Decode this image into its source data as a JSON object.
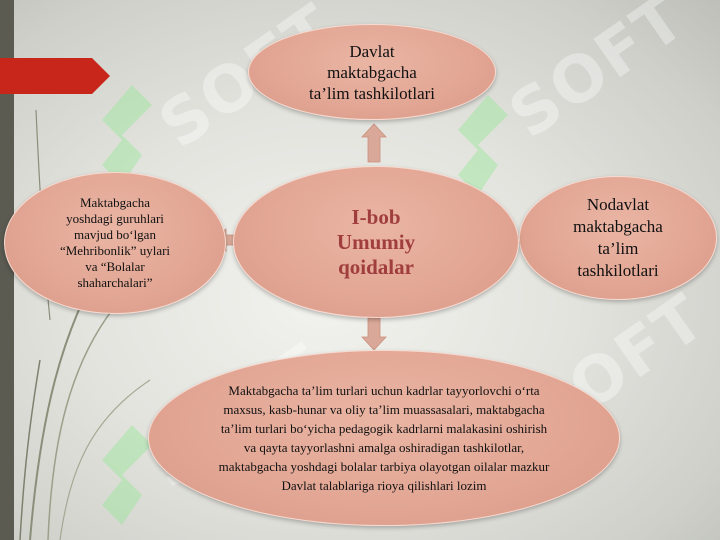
{
  "nodes": {
    "top": "Davlat\nmaktabgacha\nta’lim tashkilotlari",
    "center": "I-bob\nUmumiy\nqoidalar",
    "left": "Maktabgacha\nyoshdagi guruhlari\nmavjud bo‘lgan\n“Mehribonlik” uylari\nva “Bolalar\nshaharchalari”",
    "right": "Nodavlat\nmaktabgacha\nta’lim\ntashkilotlari",
    "bottom": "Maktabgacha ta’lim turlari uchun kadrlar tayyorlovchi o‘rta maxsus, kasb-hunar va oliy ta’lim muassasalari, maktabgacha ta’lim turlari bo‘yicha pedagogik kadrlarni malakasini oshirish va qayta tayyorlashni amalga oshiradigan tashkilotlar, maktabgacha yoshdagi bolalar tarbiya olayotgan oilalar mazkur Davlat talablariga rioya qilishlari lozim"
  },
  "colors": {
    "ellipse_fill": "#e2a593",
    "center_text": "#a03d3d",
    "arrow": "#d9a898",
    "tab": "#c8261b"
  },
  "watermark": "SOFT"
}
